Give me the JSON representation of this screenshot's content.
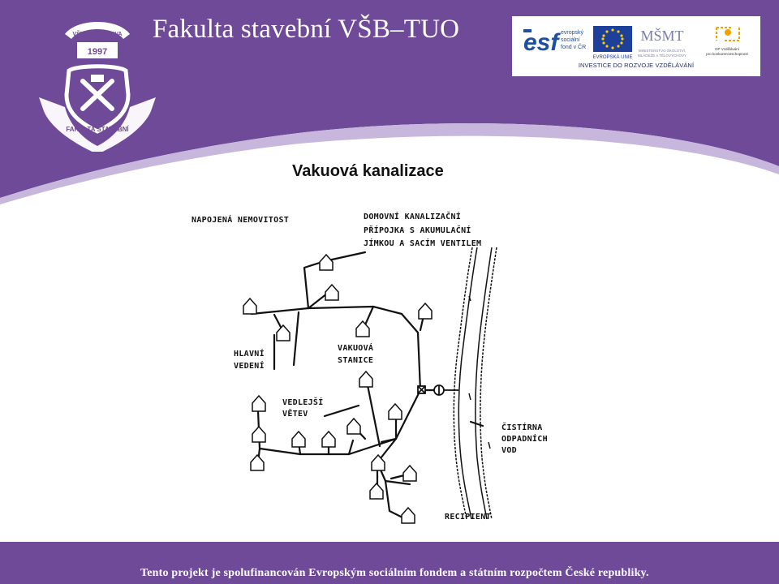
{
  "header": {
    "title": "Fakulta stavební VŠB–TUO",
    "logo_alt": "Fakulta stavební VŠB-TU Ostrava",
    "logo_text": {
      "top_arc": "VŠB-TU OSTRAVA",
      "year": "1997",
      "bottom_arc": "FAKULTA STAVEBNÍ"
    }
  },
  "sponsors": {
    "esf_label": "esf",
    "esf_sub": "evropský sociální fond v ČR",
    "eu_label": "EVROPSKÁ UNIE",
    "msmt_label": "MŠMT",
    "msmt_sub": "MINISTERSTVO ŠKOLSTVÍ, MLÁDEŽE A TĚLOVÝCHOVY",
    "op_label": "OP Vzdělávání pro konkurenceschopnost",
    "caption": "INVESTICE DO ROZVOJE VZDĚLÁVÁNÍ"
  },
  "slide": {
    "title": "Vakuová kanalizace"
  },
  "diagram": {
    "labels": {
      "connected_property": "NAPOJENÁ NEMOVITOST",
      "house_connection_1": "DOMOVNÍ KANALIZAČNÍ",
      "house_connection_2": "PŘÍPOJKA S AKUMULAČNÍ",
      "house_connection_3": "JÍMKOU A SACÍM VENTILEM",
      "main_line_1": "HLAVNÍ",
      "main_line_2": "VEDENÍ",
      "vacuum_station_1": "VAKUOVÁ",
      "vacuum_station_2": "STANICE",
      "side_branch_1": "VEDLEJŠÍ",
      "side_branch_2": "VĚTEV",
      "wwtp_1": "ČISTÍRNA",
      "wwtp_2": "ODPADNÍCH",
      "wwtp_3": "VOD",
      "recipient": "RECIPIENT"
    }
  },
  "footer": {
    "text": "Tento projekt je spolufinancován Evropským sociálním fondem a státním rozpočtem České republiky."
  },
  "colors": {
    "purple": "#6f4a99",
    "light_purple": "#c8b7dc",
    "white": "#ffffff"
  }
}
